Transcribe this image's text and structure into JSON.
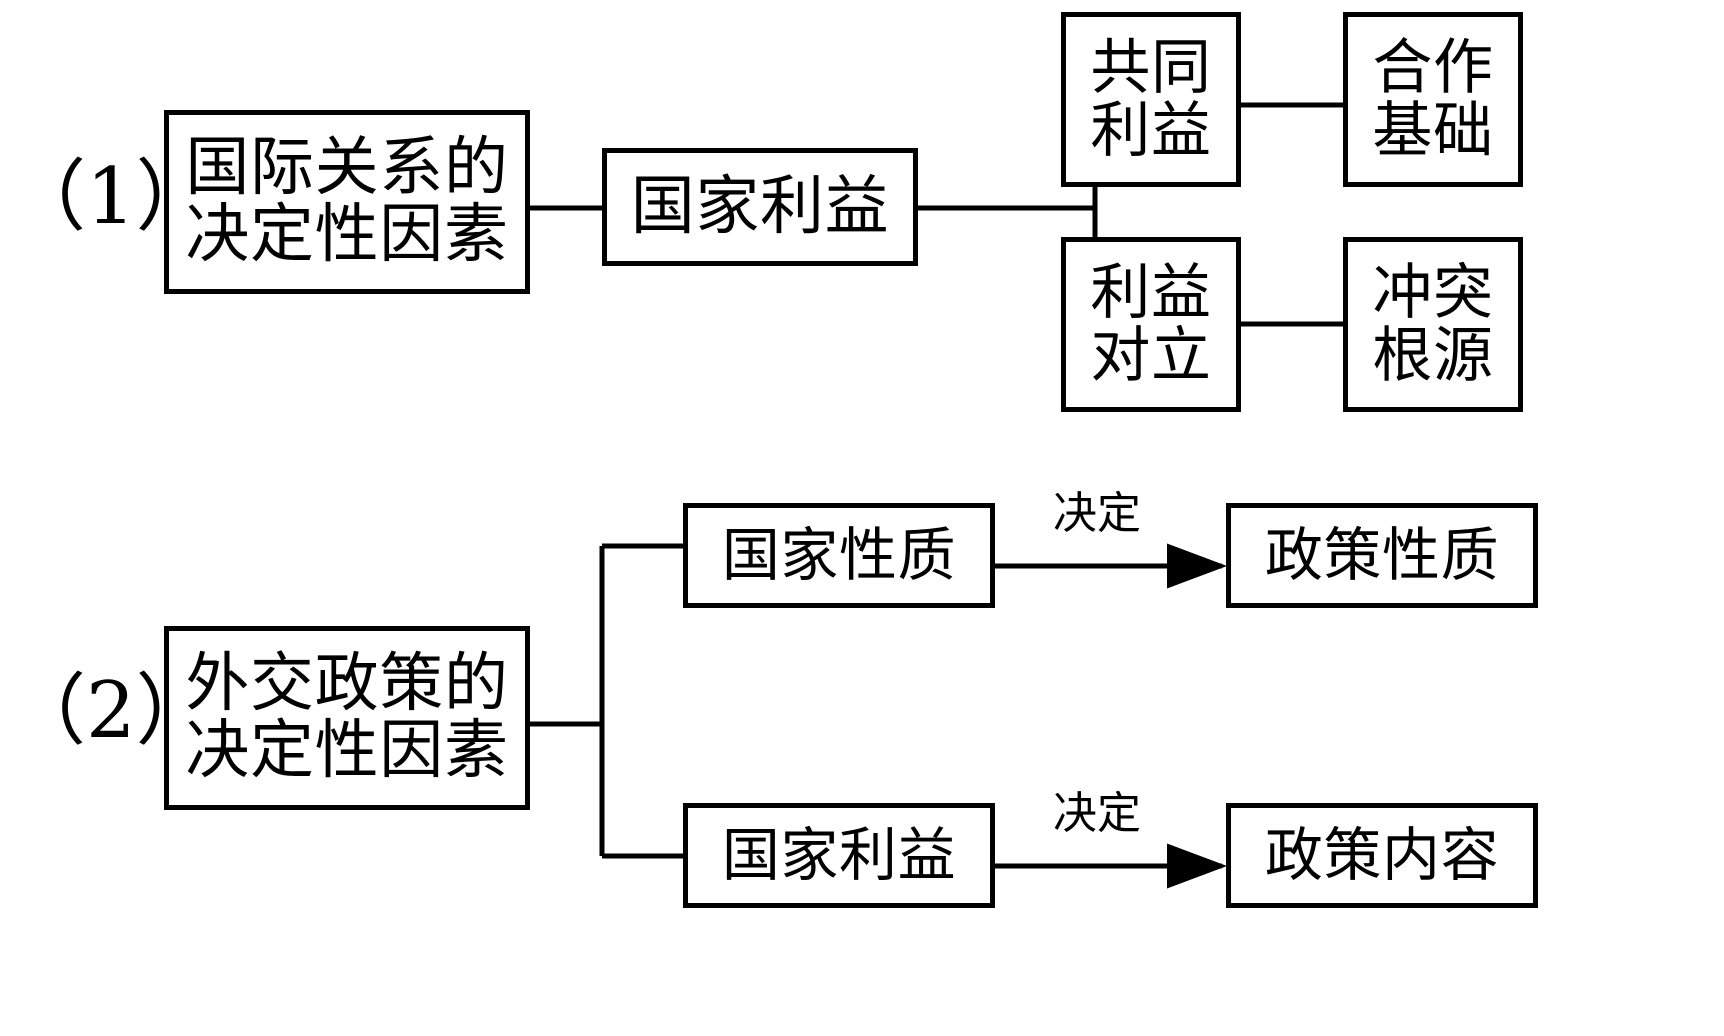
{
  "diagram": {
    "type": "flowchart",
    "background_color": "#ffffff",
    "stroke_color": "#000000",
    "sections": [
      {
        "id": "section-1",
        "label": "（1）",
        "root": {
          "id": "node-international-relations",
          "lines": [
            "国际关系的",
            "决定性因素"
          ]
        },
        "middle": {
          "id": "node-national-interest-1",
          "lines": [
            "国家利益"
          ]
        },
        "branches": [
          {
            "id": "branch-common-interest",
            "cause": {
              "id": "node-common-interest",
              "lines": [
                "共同",
                "利益"
              ]
            },
            "effect": {
              "id": "node-cooperation-basis",
              "lines": [
                "合作",
                "基础"
              ]
            }
          },
          {
            "id": "branch-interest-conflict",
            "cause": {
              "id": "node-interest-opposition",
              "lines": [
                "利益",
                "对立"
              ]
            },
            "effect": {
              "id": "node-conflict-source",
              "lines": [
                "冲突",
                "根源"
              ]
            }
          }
        ]
      },
      {
        "id": "section-2",
        "label": "（2）",
        "root": {
          "id": "node-foreign-policy",
          "lines": [
            "外交政策的",
            "决定性因素"
          ]
        },
        "branches": [
          {
            "id": "branch-state-nature",
            "cause": {
              "id": "node-state-nature",
              "lines": [
                "国家性质"
              ]
            },
            "edge_label": "决定",
            "effect": {
              "id": "node-policy-nature",
              "lines": [
                "政策性质"
              ]
            }
          },
          {
            "id": "branch-national-interest",
            "cause": {
              "id": "node-national-interest-2",
              "lines": [
                "国家利益"
              ]
            },
            "edge_label": "决定",
            "effect": {
              "id": "node-policy-content",
              "lines": [
                "政策内容"
              ]
            }
          }
        ]
      }
    ]
  },
  "labels": {
    "section1_marker": "（1）",
    "section2_marker": "（2）",
    "n_international_relations_l1": "国际关系的",
    "n_international_relations_l2": "决定性因素",
    "n_national_interest_1": "国家利益",
    "n_common_interest_l1": "共同",
    "n_common_interest_l2": "利益",
    "n_cooperation_basis_l1": "合作",
    "n_cooperation_basis_l2": "基础",
    "n_interest_opposition_l1": "利益",
    "n_interest_opposition_l2": "对立",
    "n_conflict_source_l1": "冲突",
    "n_conflict_source_l2": "根源",
    "n_foreign_policy_l1": "外交政策的",
    "n_foreign_policy_l2": "决定性因素",
    "n_state_nature": "国家性质",
    "n_policy_nature": "政策性质",
    "n_national_interest_2": "国家利益",
    "n_policy_content": "政策内容",
    "edge_decide_top": "决定",
    "edge_decide_bottom": "决定"
  }
}
